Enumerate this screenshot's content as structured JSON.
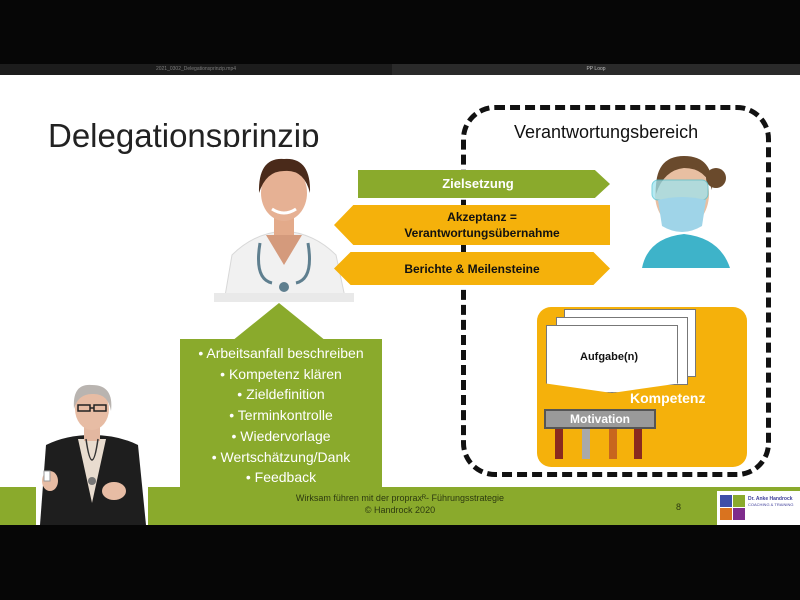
{
  "window": {
    "tab_left": "2021_0302_Delegationsprinzip.mp4",
    "tab_right": "PP Loop"
  },
  "slide": {
    "title": "Delegationsprinzip",
    "region_label": "Verantwortungsbereich",
    "arrows": {
      "goal": "Zielsetzung",
      "acceptance_line1": "Akzeptanz =",
      "acceptance_line2": "Verantwortungsübernahme",
      "reports": "Berichte & Meilensteine"
    },
    "task_list": [
      "• Arbeitsanfall beschreiben",
      "• Kompetenz klären",
      "• Zieldefinition",
      "• Terminkontrolle",
      "• Wiedervorlage",
      "• Wertschätzung/Dank",
      "• Feedback"
    ],
    "task_card_label": "Aufgabe(n)",
    "competence_label": "Kompetenz",
    "motivation_label": "Motivation",
    "footer_line1": "Wirksam führen mit der propraxᴿ- Führungsstrategie",
    "footer_line2": "© Handrock 2020",
    "page_number": "8",
    "logo_name": "Dr. Anke Handrock",
    "logo_sub": "COACHING & TRAINING"
  },
  "colors": {
    "green": "#8aaa2c",
    "orange": "#f5b10b",
    "logo_squares": [
      "#3e4fa8",
      "#8aaa2c",
      "#d9731f",
      "#7f2c8c"
    ]
  }
}
